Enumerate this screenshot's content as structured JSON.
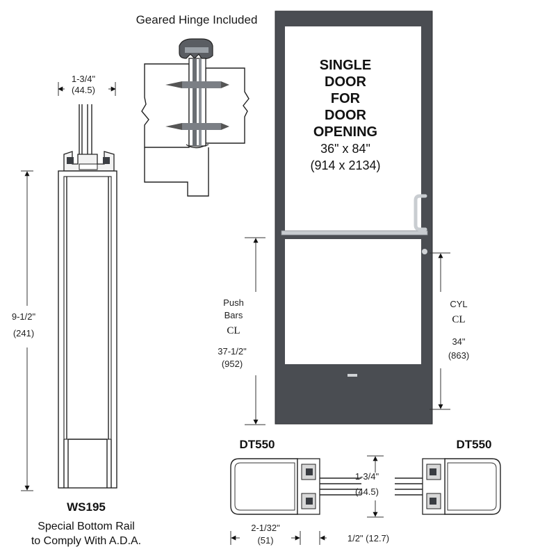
{
  "hinge": {
    "title": "Geared Hinge Included"
  },
  "door": {
    "title_lines": [
      "SINGLE",
      "DOOR",
      "FOR",
      "DOOR",
      "OPENING"
    ],
    "size_imperial": "36\" x 84\"",
    "size_metric": "(914 x 2134)",
    "frame_color": "#4a4d52"
  },
  "rail_section": {
    "width_in": "1-3/4\"",
    "width_mm": "(44.5)",
    "height_in": "9-1/2\"",
    "height_mm": "(241)",
    "model": "WS195",
    "caption_line1": "Special Bottom Rail",
    "caption_line2": "to Comply With A.D.A."
  },
  "push_bars": {
    "label1": "Push",
    "label2": "Bars",
    "cl_symbol": "CL",
    "height_in": "37-1/2\"",
    "height_mm": "(952)"
  },
  "cylinder": {
    "label": "CYL",
    "cl_symbol": "CL",
    "height_in": "34\"",
    "height_mm": "(863)"
  },
  "stile_sections": {
    "left_model": "DT550",
    "right_model": "DT550",
    "depth_in": "1-3/4\"",
    "depth_mm": "(44.5)",
    "width_in": "2-1/32\"",
    "width_mm": "(51)",
    "gap": "1/2\" (12.7)"
  }
}
